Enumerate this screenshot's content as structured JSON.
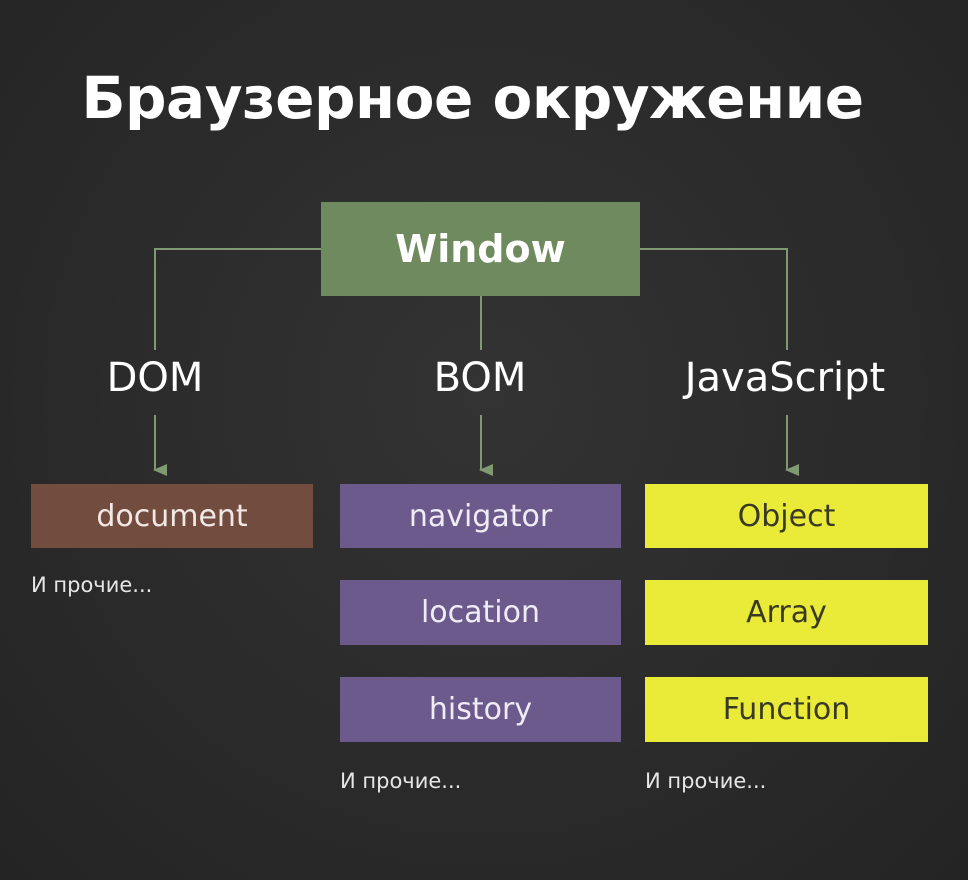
{
  "title": "Браузерное окружение",
  "root": {
    "label": "Window"
  },
  "branches": {
    "dom": {
      "label": "DOM",
      "items": [
        "document"
      ],
      "more": "И прочие..."
    },
    "bom": {
      "label": "BOM",
      "items": [
        "navigator",
        "location",
        "history"
      ],
      "more": "И прочие..."
    },
    "js": {
      "label": "JavaScript",
      "items": [
        "Object",
        "Array",
        "Function"
      ],
      "more": "И прочие..."
    }
  },
  "colors": {
    "background": "#2b2b2b",
    "window": "#6f8a5f",
    "dom_item": "#734c40",
    "bom_item": "#6c5a8c",
    "js_item": "#eaea38",
    "connector": "#7f9a70"
  }
}
